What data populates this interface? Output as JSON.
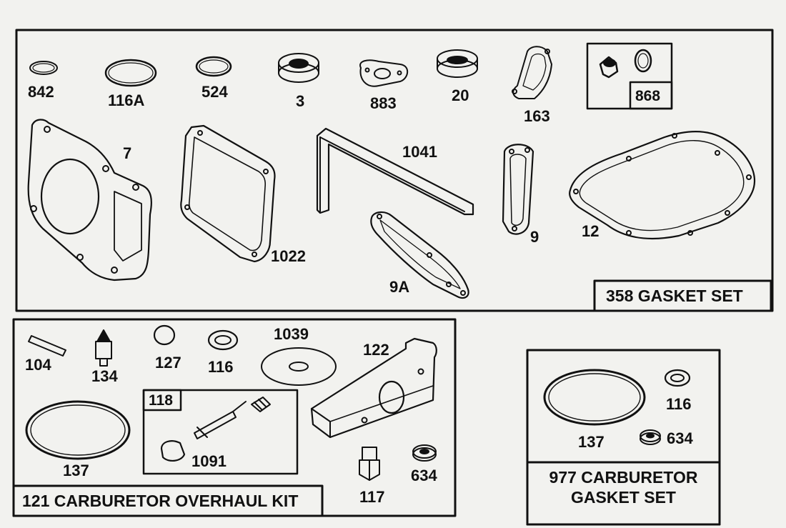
{
  "kits": {
    "gasket_set": "358 GASKET SET",
    "overhaul_kit": "121 CARBURETOR OVERHAUL KIT",
    "carb_gasket_line1": "977 CARBURETOR",
    "carb_gasket_line2": "GASKET SET"
  },
  "part_labels": {
    "p842": "842",
    "p116A": "116A",
    "p524": "524",
    "p3": "3",
    "p883": "883",
    "p20": "20",
    "p163": "163",
    "p868": "868",
    "p7": "7",
    "p1041": "1041",
    "p9": "9",
    "p12": "12",
    "p1022": "1022",
    "p9A": "9A",
    "p104": "104",
    "p134": "134",
    "p127": "127",
    "p116_a": "116",
    "p1039": "1039",
    "p122": "122",
    "p118": "118",
    "p137_a": "137",
    "p1091": "1091",
    "p117": "117",
    "p634_a": "634",
    "p116_b": "116",
    "p137_b": "137",
    "p634_b": "634"
  }
}
